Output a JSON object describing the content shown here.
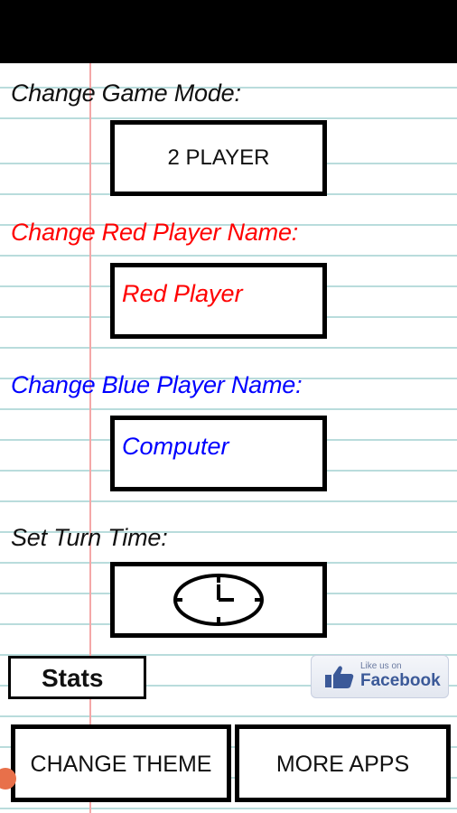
{
  "settings": {
    "game_mode_label": "Change Game Mode:",
    "game_mode_value": "2 PLAYER",
    "red_name_label": "Change Red Player Name:",
    "red_name_value": "Red Player",
    "blue_name_label": "Change Blue Player Name:",
    "blue_name_value": "Computer",
    "turn_time_label": "Set Turn Time:"
  },
  "buttons": {
    "stats": "Stats",
    "change_theme": "CHANGE THEME",
    "more_apps": "MORE APPS"
  },
  "facebook": {
    "small_text": "Like us on",
    "big_text": "Facebook"
  },
  "colors": {
    "red_label": "#ff0000",
    "blue_label": "#0000ff",
    "facebook_blue": "#3b5998"
  },
  "icons": {
    "turn_time": "clock-icon",
    "facebook": "thumbs-up-icon"
  }
}
